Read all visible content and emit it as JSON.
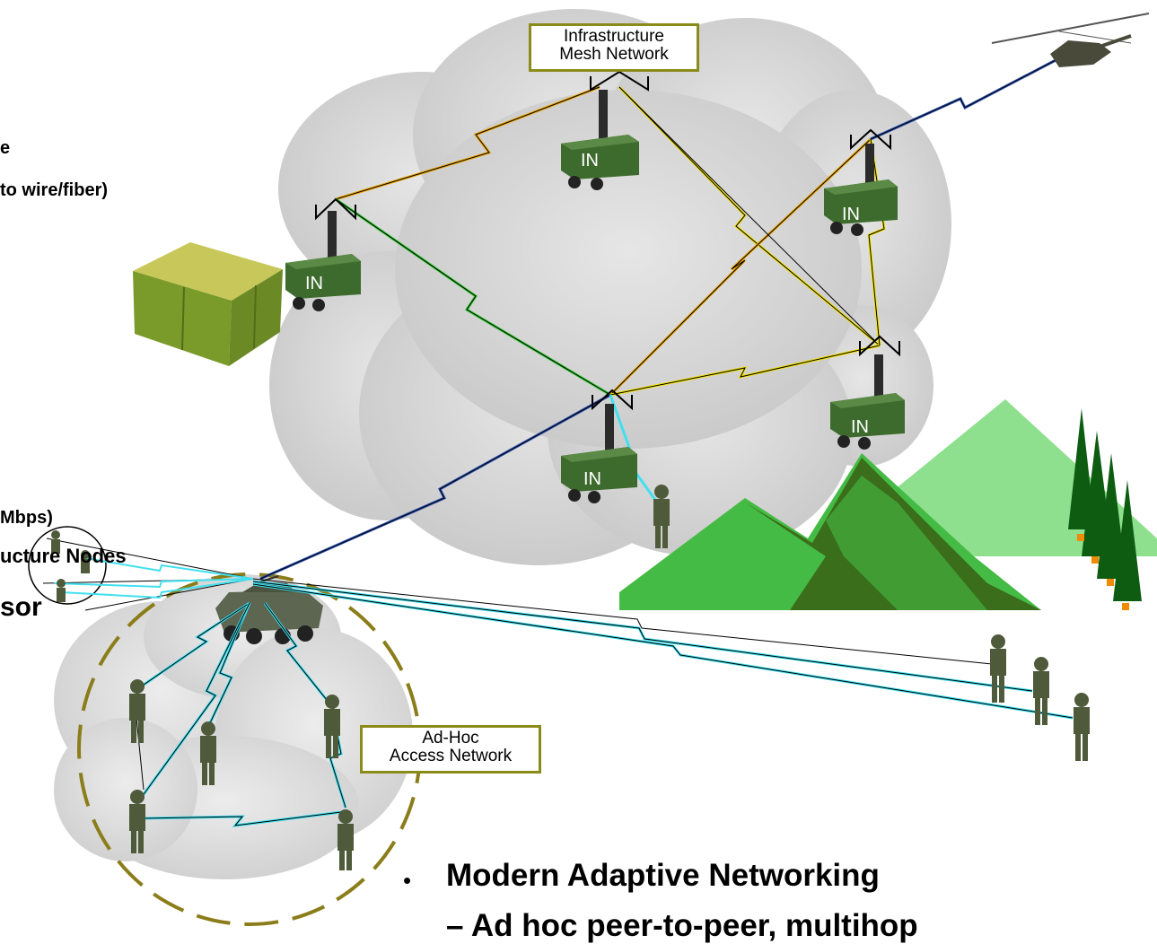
{
  "labels": {
    "infrastructure_line1": "Infrastructure",
    "infrastructure_line2": "Mesh Network",
    "adhoc_line1": "Ad-Hoc",
    "adhoc_line2": "Access Network",
    "node_label": "IN"
  },
  "left_fragments": {
    "line1": "e",
    "line2": "to wire/fiber)",
    "line3": "Mbps)",
    "line4": "ucture  Nodes",
    "line5": "sor"
  },
  "bullets": {
    "marker": "•",
    "main": "Modern Adaptive Networking",
    "sub": "– Ad hoc peer-to-peer, multihop"
  },
  "colors": {
    "cloud": "#d9d9d9",
    "link_orange": "#f0a800",
    "link_yellow": "#f5e400",
    "link_green": "#33cc33",
    "link_blue": "#2a4fb0",
    "link_cyan": "#40e0f0",
    "mountain_light": "#8ee08e",
    "mountain_mid": "#44bb44",
    "mountain_dark": "#3a6e1a",
    "trees": "#0d5c12",
    "node_body": "#3d6b2d",
    "dashed_circle": "#8b7d1a"
  },
  "icons": [
    "antenna-icon",
    "shelter-icon",
    "helicopter-icon",
    "armored-vehicle-icon",
    "soldier-icon",
    "tree-icon",
    "mountain-icon"
  ]
}
